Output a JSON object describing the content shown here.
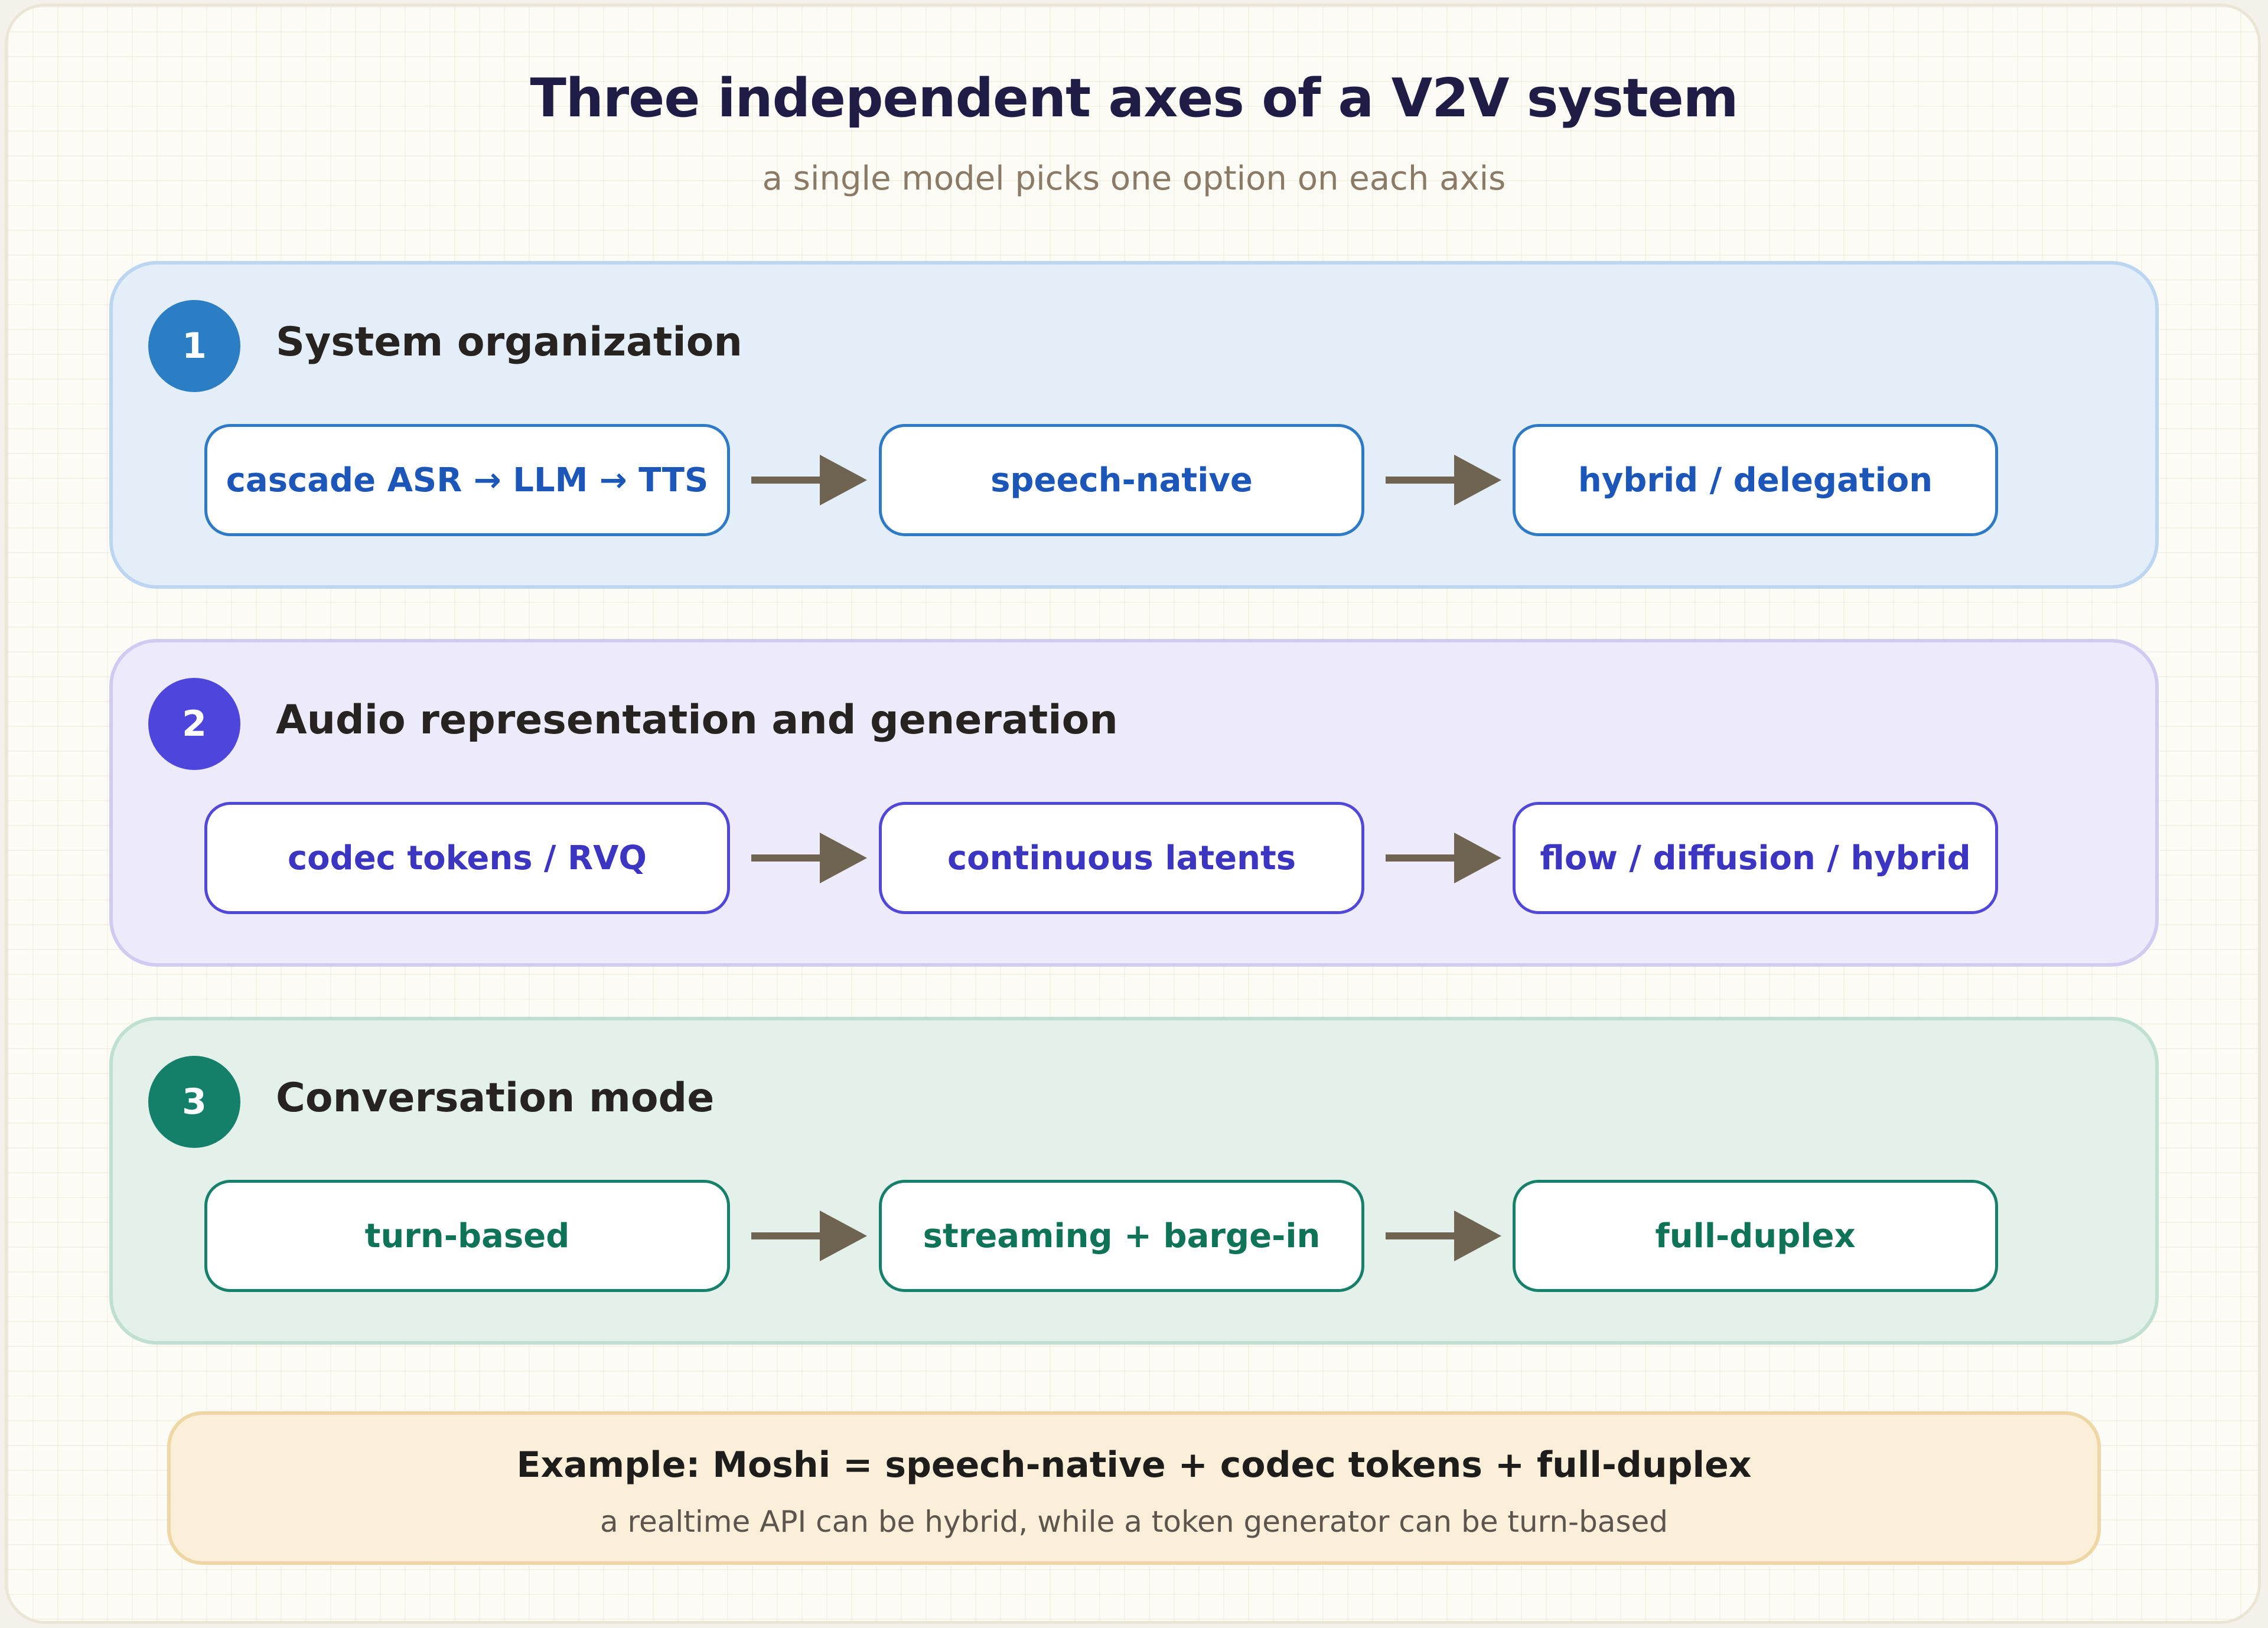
{
  "title": "Three independent axes of a V2V system",
  "subtitle": "a single model picks one option on each axis",
  "colors": {
    "axis_1_accent": "#2b7dc4",
    "axis_2_accent": "#4d45dc",
    "axis_3_accent": "#14806a",
    "arrow": "#6f6451",
    "example_background": "#fbefd9"
  },
  "axes": [
    {
      "number": "1",
      "heading": "System organization",
      "options": [
        "cascade ASR → LLM → TTS",
        "speech-native",
        "hybrid / delegation"
      ]
    },
    {
      "number": "2",
      "heading": "Audio representation and generation",
      "options": [
        "codec tokens / RVQ",
        "continuous latents",
        "flow / diffusion / hybrid"
      ]
    },
    {
      "number": "3",
      "heading": "Conversation mode",
      "options": [
        "turn-based",
        "streaming + barge-in",
        "full-duplex"
      ]
    }
  ],
  "example": {
    "main": "Example: Moshi = speech-native + codec tokens + full-duplex",
    "note": "a realtime API can be hybrid, while a token generator can be turn-based"
  }
}
